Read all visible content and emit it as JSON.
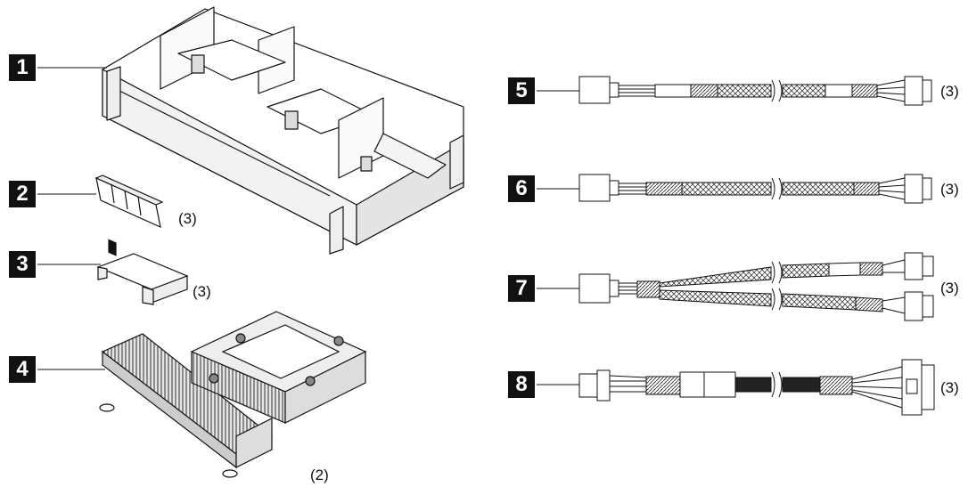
{
  "callouts": [
    {
      "id": 1,
      "label": "1"
    },
    {
      "id": 2,
      "label": "2",
      "quantity": "(3)"
    },
    {
      "id": 3,
      "label": "3",
      "quantity": "(3)"
    },
    {
      "id": 4,
      "label": "4",
      "quantity": "(2)"
    },
    {
      "id": 5,
      "label": "5",
      "quantity": "(3)"
    },
    {
      "id": 6,
      "label": "6",
      "quantity": "(3)"
    },
    {
      "id": 7,
      "label": "7",
      "quantity": "(3)"
    },
    {
      "id": 8,
      "label": "8",
      "quantity": "(3)"
    }
  ],
  "colors": {
    "ink": "#111111",
    "paper": "#ffffff",
    "shade": "#d8d8d8"
  }
}
